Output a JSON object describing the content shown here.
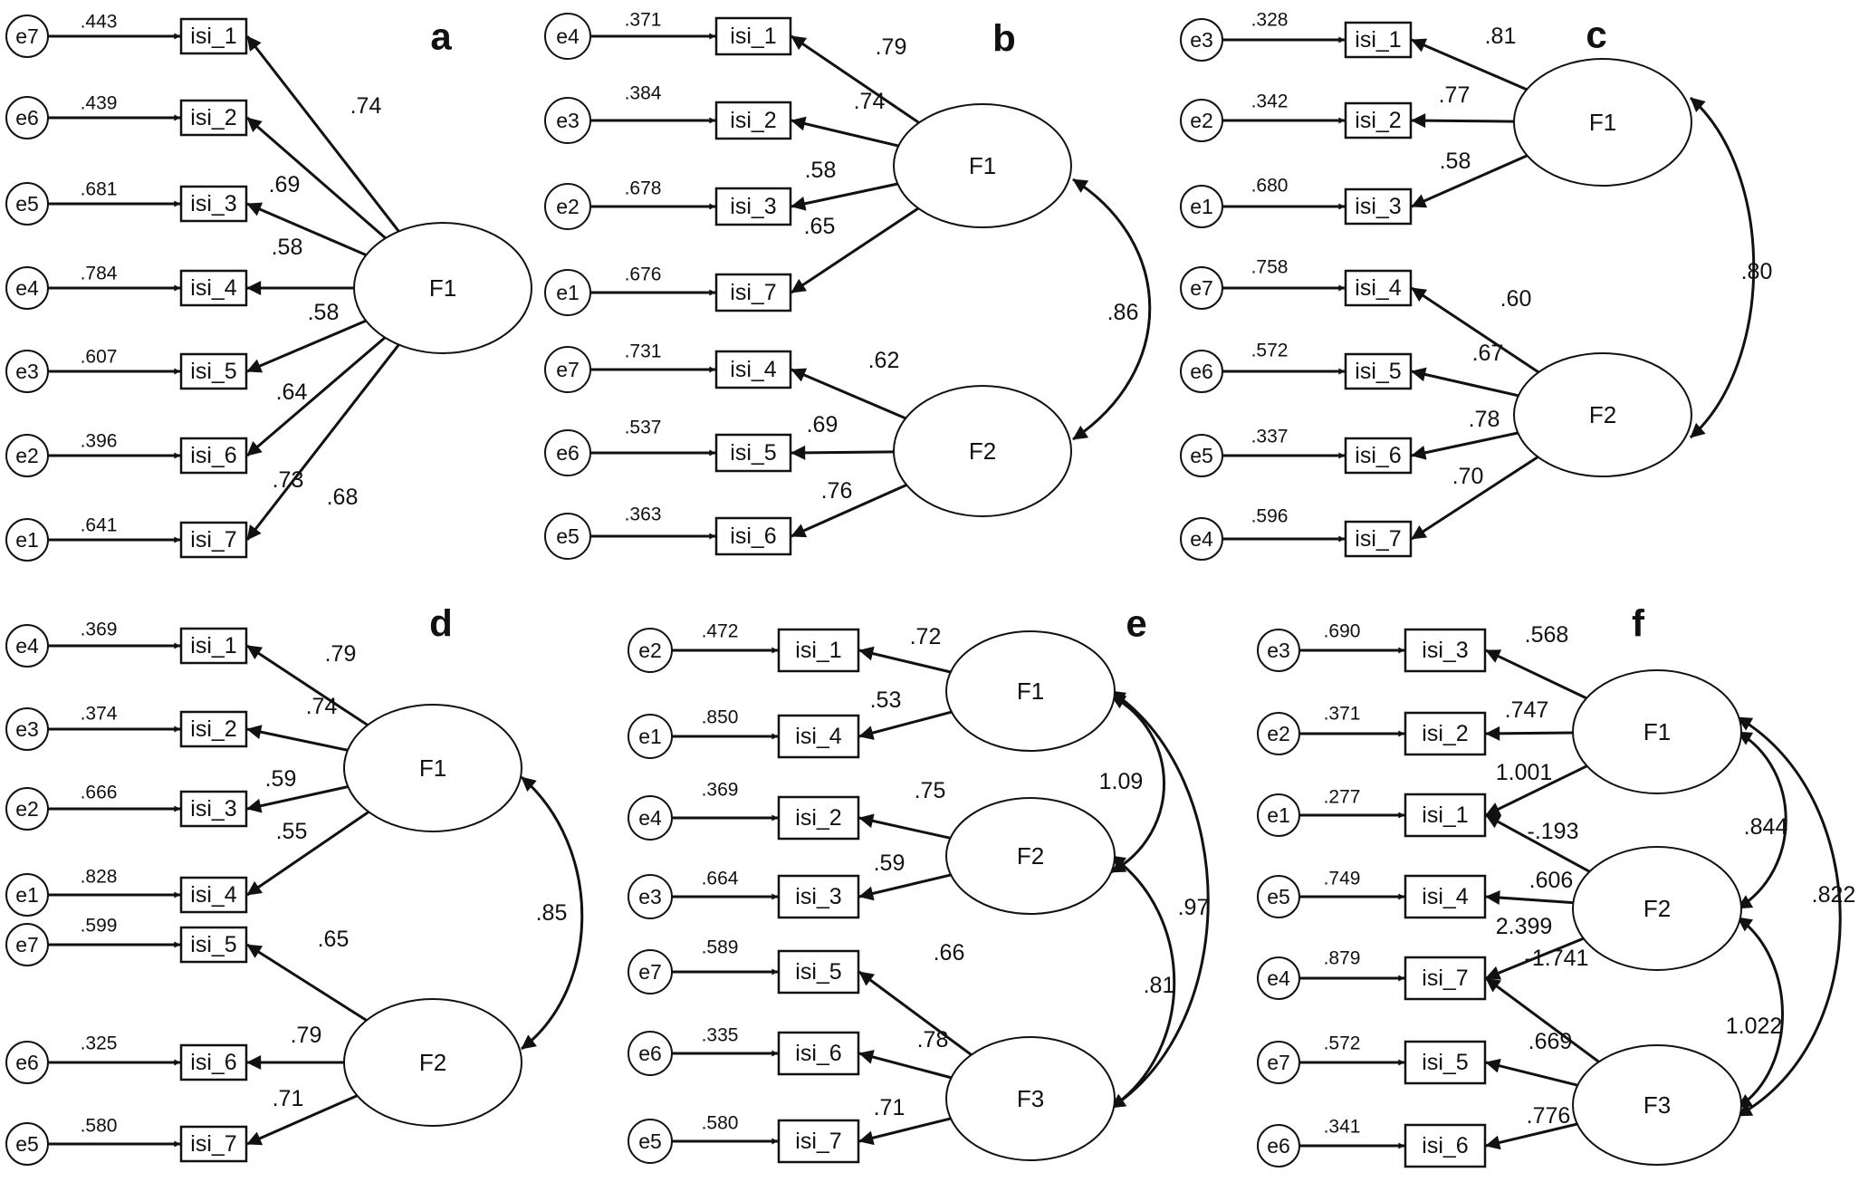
{
  "panels": [
    {
      "letter": "a",
      "errors": [
        {
          "name": "e7",
          "value": ".443",
          "item": "isi_1"
        },
        {
          "name": "e6",
          "value": ".439",
          "item": "isi_2"
        },
        {
          "name": "e5",
          "value": ".681",
          "item": "isi_3"
        },
        {
          "name": "e4",
          "value": ".784",
          "item": "isi_4"
        },
        {
          "name": "e3",
          "value": ".607",
          "item": "isi_5"
        },
        {
          "name": "e2",
          "value": ".396",
          "item": "isi_6"
        },
        {
          "name": "e1",
          "value": ".641",
          "item": "isi_7"
        }
      ],
      "factors": [
        {
          "name": "F1",
          "loadings": [
            ".74",
            ".69",
            ".58",
            ".58",
            ".64",
            ".73",
            ".68"
          ]
        }
      ],
      "covariances": []
    },
    {
      "letter": "b",
      "errors": [
        {
          "name": "e4",
          "value": ".371",
          "item": "isi_1"
        },
        {
          "name": "e3",
          "value": ".384",
          "item": "isi_2"
        },
        {
          "name": "e2",
          "value": ".678",
          "item": "isi_3"
        },
        {
          "name": "e1",
          "value": ".676",
          "item": "isi_7"
        },
        {
          "name": "e7",
          "value": ".731",
          "item": "isi_4"
        },
        {
          "name": "e6",
          "value": ".537",
          "item": "isi_5"
        },
        {
          "name": "e5",
          "value": ".363",
          "item": "isi_6"
        }
      ],
      "factors": [
        {
          "name": "F1",
          "loadings": [
            ".79",
            ".74",
            ".58",
            ".65"
          ]
        },
        {
          "name": "F2",
          "loadings": [
            ".62",
            ".69",
            ".76"
          ]
        }
      ],
      "covariances": [
        ".86"
      ]
    },
    {
      "letter": "c",
      "errors": [
        {
          "name": "e3",
          "value": ".328",
          "item": "isi_1"
        },
        {
          "name": "e2",
          "value": ".342",
          "item": "isi_2"
        },
        {
          "name": "e1",
          "value": ".680",
          "item": "isi_3"
        },
        {
          "name": "e7",
          "value": ".758",
          "item": "isi_4"
        },
        {
          "name": "e6",
          "value": ".572",
          "item": "isi_5"
        },
        {
          "name": "e5",
          "value": ".337",
          "item": "isi_6"
        },
        {
          "name": "e4",
          "value": ".596",
          "item": "isi_7"
        }
      ],
      "factors": [
        {
          "name": "F1",
          "loadings": [
            ".81",
            ".77",
            ".58"
          ]
        },
        {
          "name": "F2",
          "loadings": [
            ".60",
            ".67",
            ".78",
            ".70"
          ]
        }
      ],
      "covariances": [
        ".80"
      ]
    },
    {
      "letter": "d",
      "errors": [
        {
          "name": "e4",
          "value": ".369",
          "item": "isi_1"
        },
        {
          "name": "e3",
          "value": ".374",
          "item": "isi_2"
        },
        {
          "name": "e2",
          "value": ".666",
          "item": "isi_3"
        },
        {
          "name": "e1",
          "value": ".828",
          "item": "isi_4"
        },
        {
          "name": "e7",
          "value": ".599",
          "item": "isi_5"
        },
        {
          "name": "e6",
          "value": ".325",
          "item": "isi_6"
        },
        {
          "name": "e5",
          "value": ".580",
          "item": "isi_7"
        }
      ],
      "factors": [
        {
          "name": "F1",
          "loadings": [
            ".79",
            ".74",
            ".59",
            ".55"
          ]
        },
        {
          "name": "F2",
          "loadings": [
            ".65",
            ".79",
            ".71"
          ]
        }
      ],
      "covariances": [
        ".85"
      ]
    },
    {
      "letter": "e",
      "errors": [
        {
          "name": "e2",
          "value": ".472",
          "item": "isi_1"
        },
        {
          "name": "e1",
          "value": ".850",
          "item": "isi_4"
        },
        {
          "name": "e4",
          "value": ".369",
          "item": "isi_2"
        },
        {
          "name": "e3",
          "value": ".664",
          "item": "isi_3"
        },
        {
          "name": "e7",
          "value": ".589",
          "item": "isi_5"
        },
        {
          "name": "e6",
          "value": ".335",
          "item": "isi_6"
        },
        {
          "name": "e5",
          "value": ".580",
          "item": "isi_7"
        }
      ],
      "factors": [
        {
          "name": "F1",
          "loadings": [
            ".72",
            ".53"
          ]
        },
        {
          "name": "F2",
          "loadings": [
            ".75",
            ".59"
          ]
        },
        {
          "name": "F3",
          "loadings": [
            ".66",
            ".78",
            ".71"
          ]
        }
      ],
      "covariances": [
        "1.09",
        ".97",
        ".81"
      ]
    },
    {
      "letter": "f",
      "errors": [
        {
          "name": "e3",
          "value": ".690",
          "item": "isi_3"
        },
        {
          "name": "e2",
          "value": ".371",
          "item": "isi_2"
        },
        {
          "name": "e1",
          "value": ".277",
          "item": "isi_1"
        },
        {
          "name": "e5",
          "value": ".749",
          "item": "isi_4"
        },
        {
          "name": "e4",
          "value": ".879",
          "item": "isi_7"
        },
        {
          "name": "e7",
          "value": ".572",
          "item": "isi_5"
        },
        {
          "name": "e6",
          "value": ".341",
          "item": "isi_6"
        }
      ],
      "factors": [
        {
          "name": "F1",
          "loadings": [
            ".568",
            ".747",
            "1.001"
          ]
        },
        {
          "name": "F2",
          "loadings": [
            "-.193",
            ".606",
            "2.399"
          ]
        },
        {
          "name": "F3",
          "loadings": [
            "-1.741",
            ".669",
            ".776"
          ]
        }
      ],
      "covariances": [
        ".844",
        ".822",
        "1.022"
      ]
    }
  ]
}
